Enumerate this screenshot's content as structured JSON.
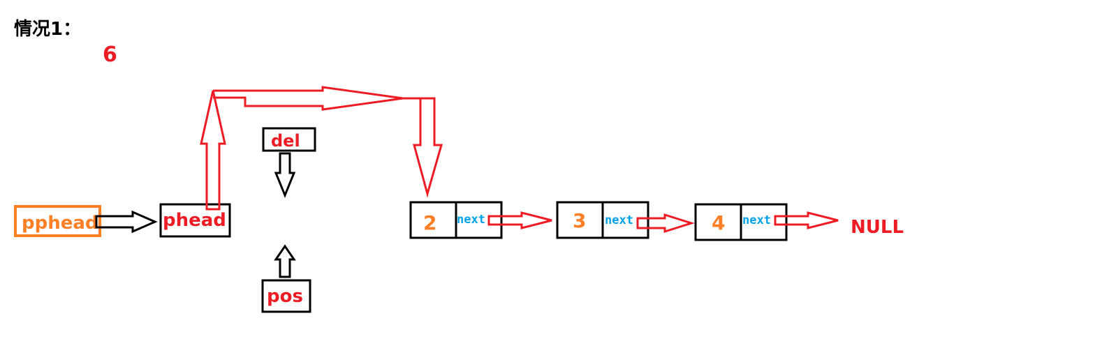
{
  "heading": "情况1：",
  "annotation": "6",
  "pointers": {
    "pphead": "pphead",
    "phead": "phead",
    "del": "del",
    "pos": "pos"
  },
  "nodes": [
    {
      "value": "2",
      "next_label": "next"
    },
    {
      "value": "3",
      "next_label": "next"
    },
    {
      "value": "4",
      "next_label": "next"
    }
  ],
  "terminal": "NULL",
  "colors": {
    "red": "#ed1c24",
    "orange": "#ff7f27",
    "blue": "#00a2e8",
    "black": "#000000"
  }
}
